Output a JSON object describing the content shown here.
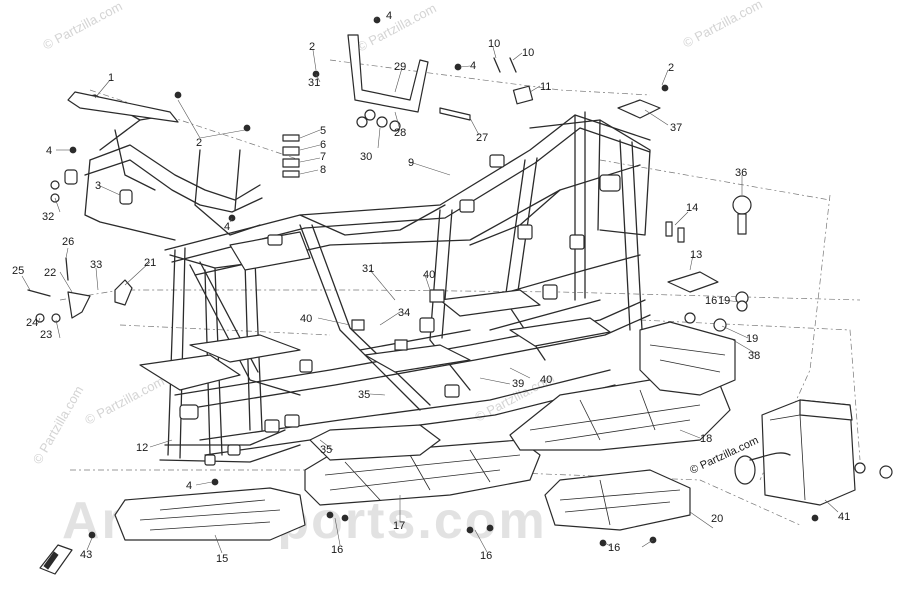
{
  "watermarks": {
    "partzilla": "© Partzilla.com",
    "dealer": "Arctic-Sports.com",
    "box_label": "© Partzilla.com"
  },
  "callouts": [
    {
      "id": "c1",
      "label": "1"
    },
    {
      "id": "c2a",
      "label": "2"
    },
    {
      "id": "c2b",
      "label": "2"
    },
    {
      "id": "c2c",
      "label": "2"
    },
    {
      "id": "c3",
      "label": "3"
    },
    {
      "id": "c4a",
      "label": "4"
    },
    {
      "id": "c4b",
      "label": "4"
    },
    {
      "id": "c4c",
      "label": "4"
    },
    {
      "id": "c4d",
      "label": "4"
    },
    {
      "id": "c4e",
      "label": "4"
    },
    {
      "id": "c5",
      "label": "5"
    },
    {
      "id": "c6",
      "label": "6"
    },
    {
      "id": "c7",
      "label": "7"
    },
    {
      "id": "c8",
      "label": "8"
    },
    {
      "id": "c9",
      "label": "9"
    },
    {
      "id": "c10a",
      "label": "10"
    },
    {
      "id": "c10b",
      "label": "10"
    },
    {
      "id": "c11",
      "label": "11"
    },
    {
      "id": "c12",
      "label": "12"
    },
    {
      "id": "c13",
      "label": "13"
    },
    {
      "id": "c14",
      "label": "14"
    },
    {
      "id": "c15",
      "label": "15"
    },
    {
      "id": "c16a",
      "label": "16"
    },
    {
      "id": "c16b",
      "label": "16"
    },
    {
      "id": "c16c",
      "label": "16"
    },
    {
      "id": "c16d",
      "label": "16"
    },
    {
      "id": "c17",
      "label": "17"
    },
    {
      "id": "c18",
      "label": "18"
    },
    {
      "id": "c19a",
      "label": "19"
    },
    {
      "id": "c19b",
      "label": "19"
    },
    {
      "id": "c20",
      "label": "20"
    },
    {
      "id": "c21",
      "label": "21"
    },
    {
      "id": "c22",
      "label": "22"
    },
    {
      "id": "c23",
      "label": "23"
    },
    {
      "id": "c24",
      "label": "24"
    },
    {
      "id": "c25",
      "label": "25"
    },
    {
      "id": "c26",
      "label": "26"
    },
    {
      "id": "c27",
      "label": "27"
    },
    {
      "id": "c28",
      "label": "28"
    },
    {
      "id": "c29",
      "label": "29"
    },
    {
      "id": "c30",
      "label": "30"
    },
    {
      "id": "c31a",
      "label": "31"
    },
    {
      "id": "c31b",
      "label": "31"
    },
    {
      "id": "c32",
      "label": "32"
    },
    {
      "id": "c33",
      "label": "33"
    },
    {
      "id": "c34",
      "label": "34"
    },
    {
      "id": "c35a",
      "label": "35"
    },
    {
      "id": "c35b",
      "label": "35"
    },
    {
      "id": "c36",
      "label": "36"
    },
    {
      "id": "c37",
      "label": "37"
    },
    {
      "id": "c38",
      "label": "38"
    },
    {
      "id": "c39",
      "label": "39"
    },
    {
      "id": "c40a",
      "label": "40"
    },
    {
      "id": "c40b",
      "label": "40"
    },
    {
      "id": "c40c",
      "label": "40"
    },
    {
      "id": "c41",
      "label": "41"
    },
    {
      "id": "c43",
      "label": "43"
    }
  ]
}
